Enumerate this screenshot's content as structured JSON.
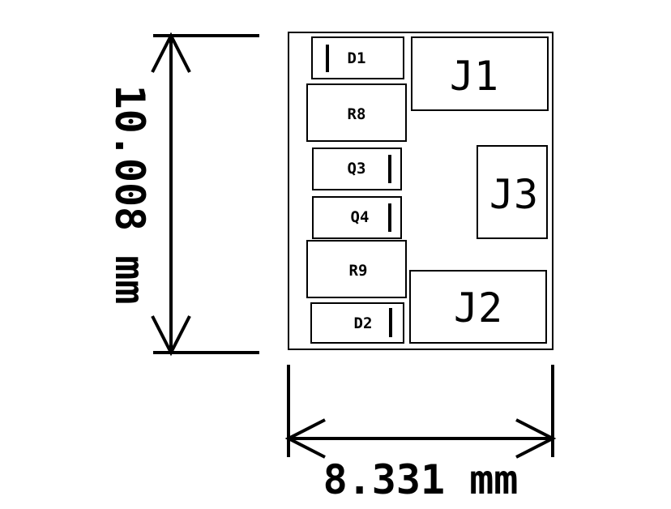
{
  "dimensions": {
    "height_label": "10.008 mm",
    "width_label": "8.331 mm"
  },
  "components": {
    "D1": "D1",
    "R8": "R8",
    "Q3": "Q3",
    "Q4": "Q4",
    "R9": "R9",
    "D2": "D2",
    "J1": "J1",
    "J3": "J3",
    "J2": "J2"
  },
  "colors": {
    "stroke": "#000000",
    "background": "#ffffff"
  }
}
